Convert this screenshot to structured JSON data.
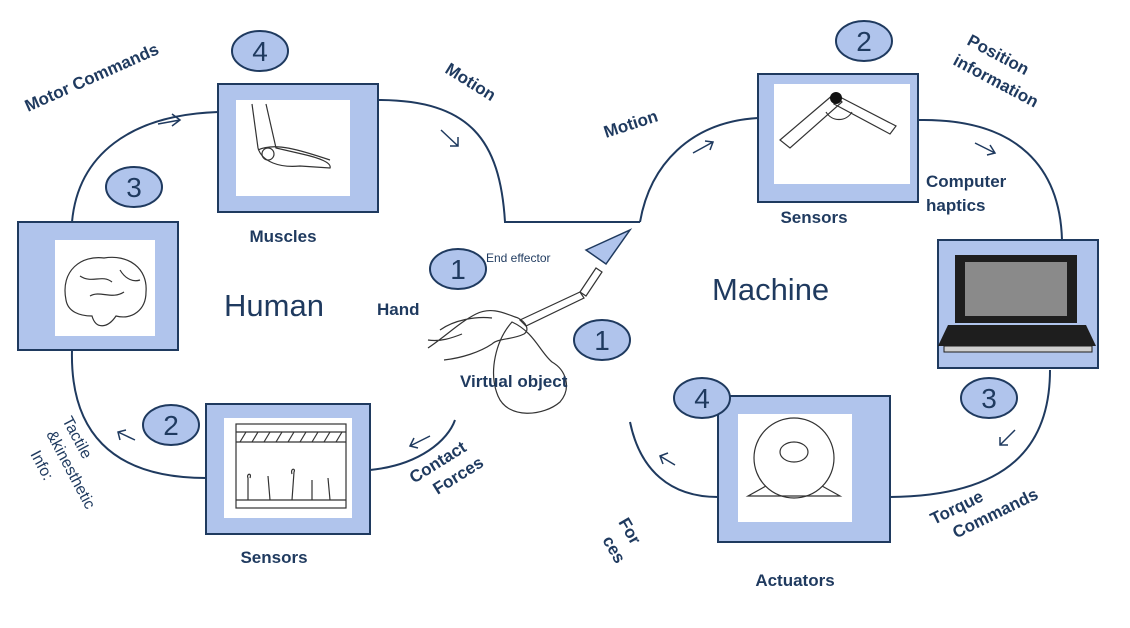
{
  "human": {
    "title": "Human",
    "motor_commands": "Motor Commands",
    "muscles": "Muscles",
    "motion": "Motion",
    "sensors": "Sensors",
    "contact_forces": [
      "Contact",
      "Forces"
    ],
    "tactile": [
      "Tactile",
      "&kinesthetic",
      "Info:"
    ],
    "hand": "Hand",
    "badges": [
      "4",
      "3",
      "2"
    ]
  },
  "interface": {
    "end_effector": "End effector",
    "virtual_object": "Virtual object",
    "badges": [
      "1",
      "1"
    ]
  },
  "machine": {
    "title": "Machine",
    "motion": "Motion",
    "sensors": "Sensors",
    "position_information": [
      "Position",
      "information"
    ],
    "computer_haptics": [
      "Computer",
      "haptics"
    ],
    "torque_commands": [
      "Torque",
      "Commands"
    ],
    "actuators": "Actuators",
    "forces": [
      "For",
      "ces"
    ],
    "badges": [
      "2",
      "3",
      "4"
    ]
  },
  "colors": {
    "accent": "#b0c4ec",
    "line": "#1f3a5f"
  }
}
